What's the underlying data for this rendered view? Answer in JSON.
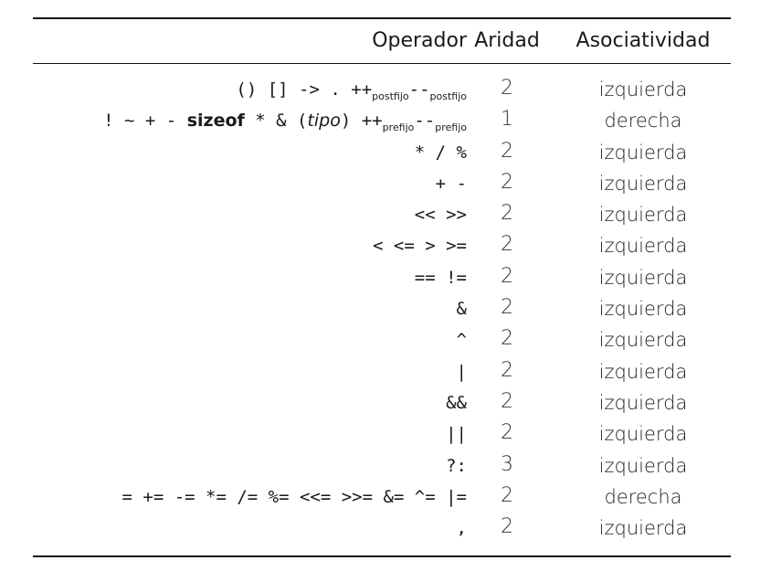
{
  "table": {
    "headers": {
      "operator": "Operador",
      "arity": "Aridad",
      "associativity": "Asociatividad"
    },
    "rows": [
      {
        "op_parts": [
          {
            "t": "() [] -> . ++",
            "k": "code"
          },
          {
            "t": "postfijo",
            "k": "sub"
          },
          {
            "t": "--",
            "k": "code"
          },
          {
            "t": "postfijo",
            "k": "sub"
          }
        ],
        "arity": "2",
        "assoc": "izquierda"
      },
      {
        "op_parts": [
          {
            "t": "! ~ + - ",
            "k": "code"
          },
          {
            "t": "sizeof",
            "k": "kw"
          },
          {
            "t": " * & (",
            "k": "code"
          },
          {
            "t": "tipo",
            "k": "it"
          },
          {
            "t": ") ++",
            "k": "code"
          },
          {
            "t": "prefijo",
            "k": "sub"
          },
          {
            "t": "--",
            "k": "code"
          },
          {
            "t": "prefijo",
            "k": "sub"
          }
        ],
        "arity": "1",
        "assoc": "derecha"
      },
      {
        "op_parts": [
          {
            "t": "* / %",
            "k": "code"
          }
        ],
        "arity": "2",
        "assoc": "izquierda"
      },
      {
        "op_parts": [
          {
            "t": "+ -",
            "k": "code"
          }
        ],
        "arity": "2",
        "assoc": "izquierda"
      },
      {
        "op_parts": [
          {
            "t": "<< >>",
            "k": "code"
          }
        ],
        "arity": "2",
        "assoc": "izquierda"
      },
      {
        "op_parts": [
          {
            "t": "< <= > >=",
            "k": "code"
          }
        ],
        "arity": "2",
        "assoc": "izquierda"
      },
      {
        "op_parts": [
          {
            "t": "== !=",
            "k": "code"
          }
        ],
        "arity": "2",
        "assoc": "izquierda"
      },
      {
        "op_parts": [
          {
            "t": "&",
            "k": "code"
          }
        ],
        "arity": "2",
        "assoc": "izquierda"
      },
      {
        "op_parts": [
          {
            "t": "^",
            "k": "code"
          }
        ],
        "arity": "2",
        "assoc": "izquierda"
      },
      {
        "op_parts": [
          {
            "t": "|",
            "k": "code"
          }
        ],
        "arity": "2",
        "assoc": "izquierda"
      },
      {
        "op_parts": [
          {
            "t": "&&",
            "k": "code"
          }
        ],
        "arity": "2",
        "assoc": "izquierda"
      },
      {
        "op_parts": [
          {
            "t": "||",
            "k": "code"
          }
        ],
        "arity": "2",
        "assoc": "izquierda"
      },
      {
        "op_parts": [
          {
            "t": "?:",
            "k": "code"
          }
        ],
        "arity": "3",
        "assoc": "izquierda"
      },
      {
        "op_parts": [
          {
            "t": "= += -= *= /= %= <<= >>= &= ^= |=",
            "k": "code"
          }
        ],
        "arity": "2",
        "assoc": "derecha"
      },
      {
        "op_parts": [
          {
            "t": ",",
            "k": "code"
          }
        ],
        "arity": "2",
        "assoc": "izquierda"
      }
    ]
  }
}
